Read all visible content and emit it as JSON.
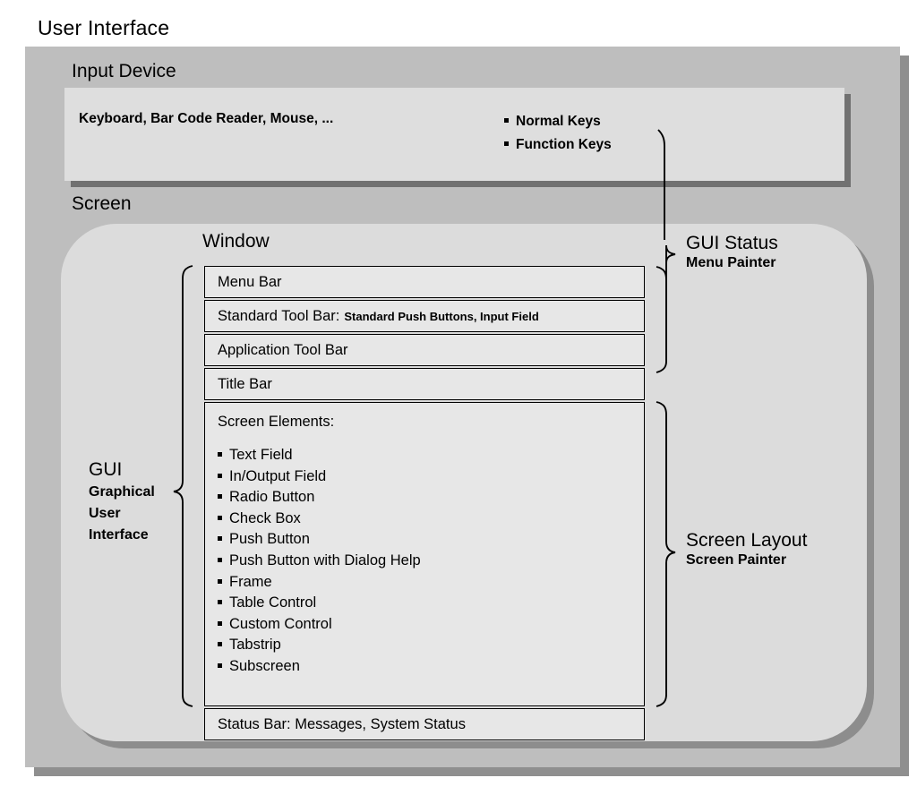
{
  "diagram": {
    "title": "User Interface",
    "colors": {
      "page_background": "#ffffff",
      "outer_panel": "#bebebe",
      "outer_panel_shadow": "#8f8f8f",
      "inner_box": "#dedede",
      "screen_container": "#dcdcdc",
      "screen_container_shadow": "#8d8d8d",
      "row_fill": "#e7e7e7",
      "line": "#000000"
    }
  },
  "input_device": {
    "title": "Input Device",
    "devices_text": "Keyboard, Bar Code Reader, Mouse, ...",
    "keys": [
      "Normal Keys",
      "Function Keys"
    ]
  },
  "screen": {
    "title": "Screen"
  },
  "window": {
    "title": "Window",
    "bars": [
      {
        "label": "Menu Bar",
        "detail": ""
      },
      {
        "label": "Standard Tool Bar:",
        "detail": "Standard Push Buttons, Input Field"
      },
      {
        "label": "Application Tool Bar",
        "detail": ""
      },
      {
        "label": "Title Bar",
        "detail": ""
      }
    ],
    "screen_elements": {
      "heading": "Screen Elements:",
      "items": [
        "Text Field",
        "In/Output Field",
        "Radio Button",
        "Check Box",
        "Push Button",
        "Push Button with Dialog Help",
        "Frame",
        "Table Control",
        "Custom Control",
        "Tabstrip",
        "Subscreen"
      ]
    },
    "status_bar": "Status Bar: Messages, System Status"
  },
  "annotations": {
    "gui": {
      "main": "GUI",
      "sub_lines": [
        "Graphical",
        "User",
        "Interface"
      ]
    },
    "gui_status": {
      "main": "GUI Status",
      "sub": "Menu Painter"
    },
    "screen_layout": {
      "main": "Screen Layout",
      "sub": "Screen Painter"
    }
  }
}
